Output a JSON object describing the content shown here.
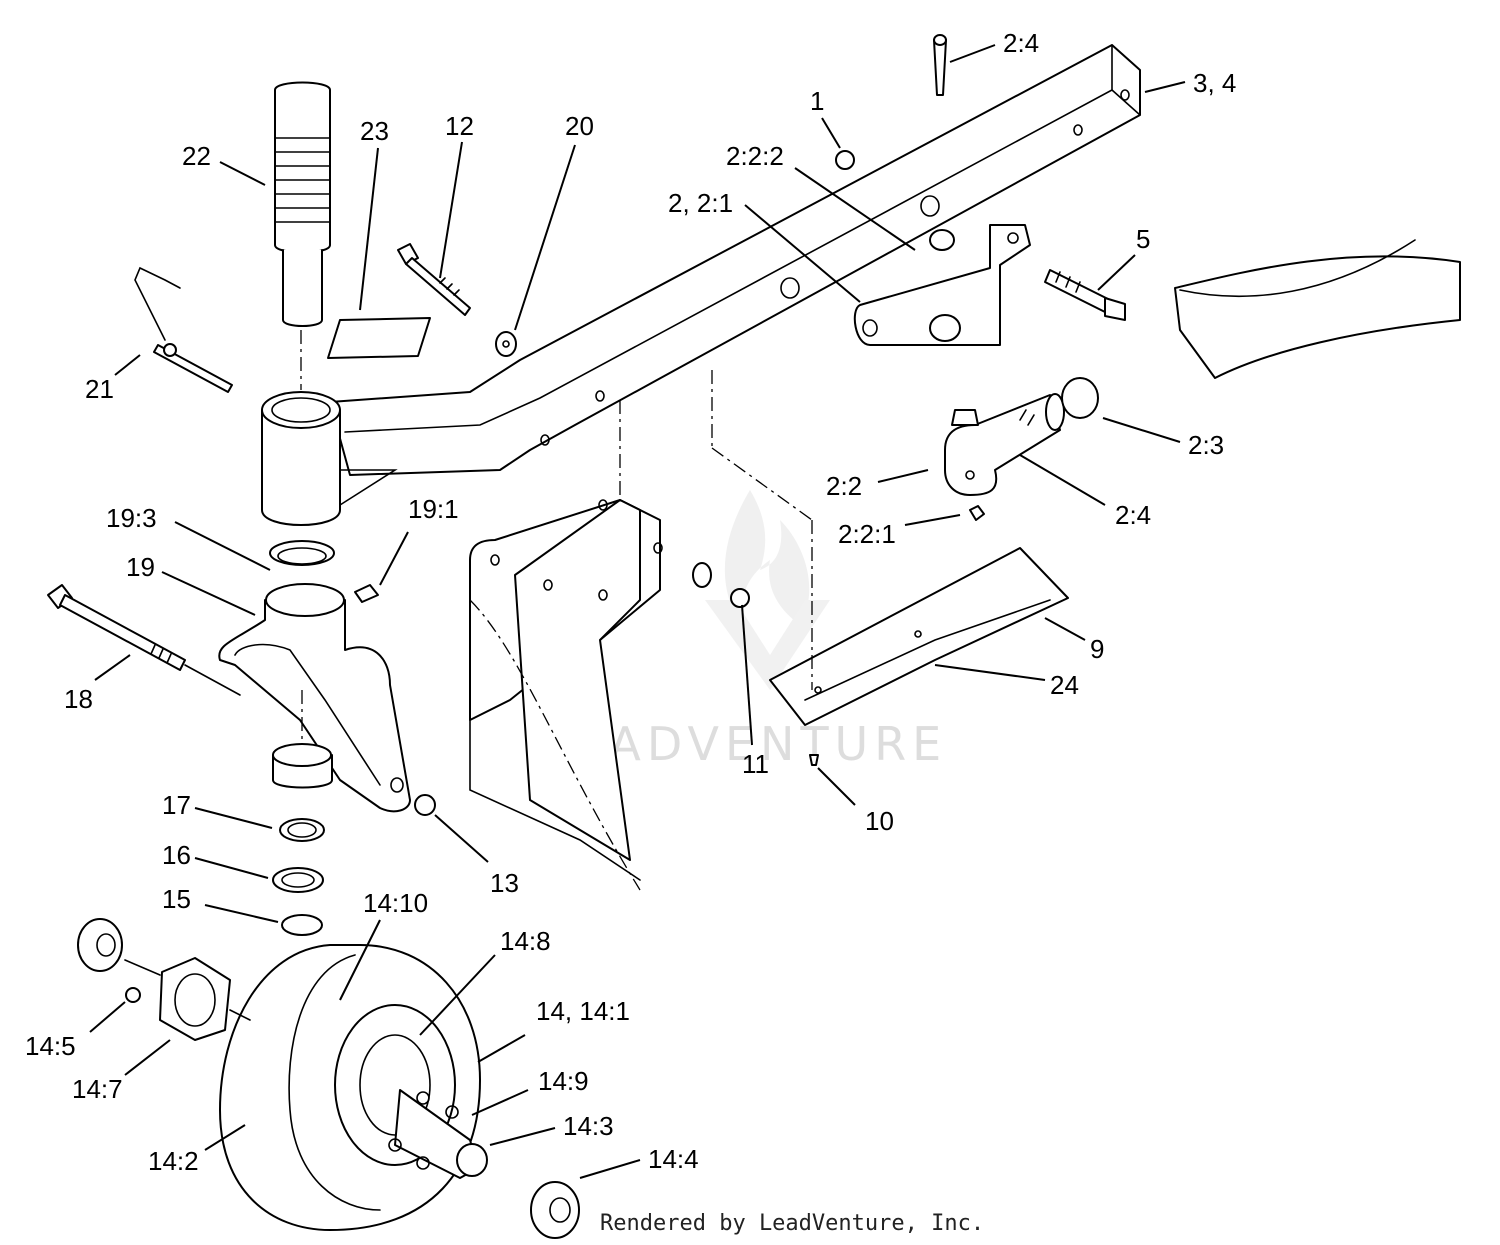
{
  "diagram": {
    "labels": [
      "2:4",
      "3, 4",
      "1",
      "2:2:2",
      "2, 2:1",
      "5",
      "22",
      "23",
      "12",
      "20",
      "21",
      "2:3",
      "2:2",
      "2:4",
      "2:2:1",
      "19:3",
      "19:1",
      "19",
      "18",
      "9",
      "24",
      "11",
      "10",
      "17",
      "13",
      "16",
      "15",
      "14:10",
      "14:8",
      "14, 14:1",
      "14:5",
      "14:7",
      "14:9",
      "14:3",
      "14:4",
      "14:2"
    ],
    "credit": "Rendered by LeadVenture, Inc.",
    "watermark": "LEADVENTURE"
  },
  "colors": {
    "line": "#000000",
    "background": "#ffffff",
    "watermark": "#dddddd"
  }
}
